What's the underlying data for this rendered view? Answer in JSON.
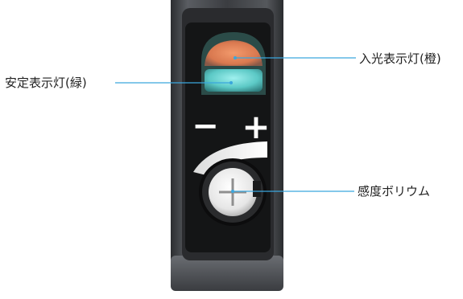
{
  "labels": {
    "incident_light": "入光表示灯(橙)",
    "stable_light": "安定表示灯(緑)",
    "sensitivity_knob": "感度ボリウム"
  },
  "symbols": {
    "minus": "−",
    "plus": "+"
  },
  "colors": {
    "leader_line": "#3aa6dd",
    "incident_indicator": "#e8885e",
    "stable_indicator": "#6fd8d6",
    "housing": "#3a3c40",
    "panel": "#151617"
  }
}
